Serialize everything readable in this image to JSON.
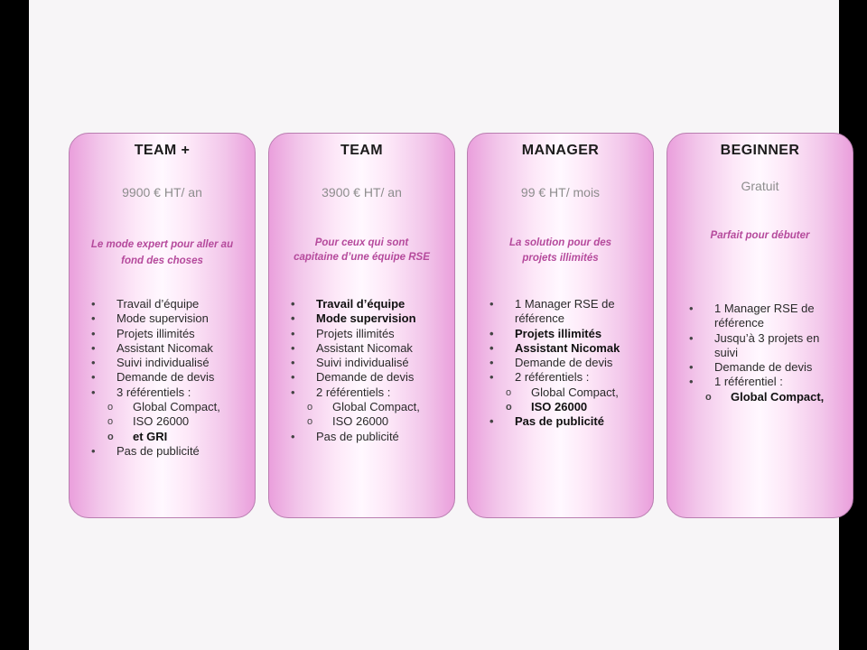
{
  "plans": [
    {
      "name": "TEAM +",
      "price": "9900 € HT/ an",
      "tagline": "Le mode expert pour aller au fond des choses",
      "features": [
        {
          "text": "Travail d’équipe",
          "level": 1,
          "bold": false
        },
        {
          "text": "Mode supervision",
          "level": 1,
          "bold": false
        },
        {
          "text": "Projets illimités",
          "level": 1,
          "bold": false
        },
        {
          "text": "Assistant Nicomak",
          "level": 1,
          "bold": false
        },
        {
          "text": "Suivi individualisé",
          "level": 1,
          "bold": false
        },
        {
          "text": "Demande de devis",
          "level": 1,
          "bold": false
        },
        {
          "text": "3 référentiels :",
          "level": 1,
          "bold": false
        },
        {
          "text": "Global Compact,",
          "level": 2,
          "bold": false
        },
        {
          "text": "ISO 26000",
          "level": 2,
          "bold": false
        },
        {
          "text": "et GRI",
          "level": 2,
          "bold": true
        },
        {
          "text": "Pas de publicité",
          "level": 1,
          "bold": false
        }
      ]
    },
    {
      "name": "TEAM",
      "price": "3900 € HT/ an",
      "tagline": "Pour ceux qui sont capitaine d’une équipe RSE",
      "features": [
        {
          "text": "Travail d’équipe",
          "level": 1,
          "bold": true
        },
        {
          "text": "Mode supervision",
          "level": 1,
          "bold": true
        },
        {
          "text": "Projets illimités",
          "level": 1,
          "bold": false
        },
        {
          "text": "Assistant Nicomak",
          "level": 1,
          "bold": false
        },
        {
          "text": "Suivi individualisé",
          "level": 1,
          "bold": false
        },
        {
          "text": "Demande de devis",
          "level": 1,
          "bold": false
        },
        {
          "text": "2 référentiels :",
          "level": 1,
          "bold": false
        },
        {
          "text": "Global Compact,",
          "level": 2,
          "bold": false
        },
        {
          "text": "ISO 26000",
          "level": 2,
          "bold": false
        },
        {
          "text": "Pas de publicité",
          "level": 1,
          "bold": false
        }
      ]
    },
    {
      "name": "MANAGER",
      "price": "99 € HT/ mois",
      "tagline": "La solution pour des projets illimités",
      "features": [
        {
          "text": "1 Manager RSE de référence",
          "level": 1,
          "bold": false
        },
        {
          "text": "Projets illimités",
          "level": 1,
          "bold": true
        },
        {
          "text": "Assistant Nicomak",
          "level": 1,
          "bold": true
        },
        {
          "text": "Demande de devis",
          "level": 1,
          "bold": false
        },
        {
          "text": "2 référentiels :",
          "level": 1,
          "bold": false
        },
        {
          "text": "Global Compact,",
          "level": 2,
          "bold": false
        },
        {
          "text": "ISO 26000",
          "level": 2,
          "bold": true
        },
        {
          "text": "Pas de publicité",
          "level": 1,
          "bold": true
        }
      ]
    },
    {
      "name": "BEGINNER",
      "price": "Gratuit",
      "tagline": "Parfait pour débuter",
      "features": [
        {
          "text": "1 Manager RSE de référence",
          "level": 1,
          "bold": false
        },
        {
          "text": "Jusqu’à 3 projets en suivi",
          "level": 1,
          "bold": false
        },
        {
          "text": "Demande de devis",
          "level": 1,
          "bold": false
        },
        {
          "text": "1 référentiel :",
          "level": 1,
          "bold": false
        },
        {
          "text": "Global Compact,",
          "level": 2,
          "bold": true
        }
      ]
    }
  ]
}
